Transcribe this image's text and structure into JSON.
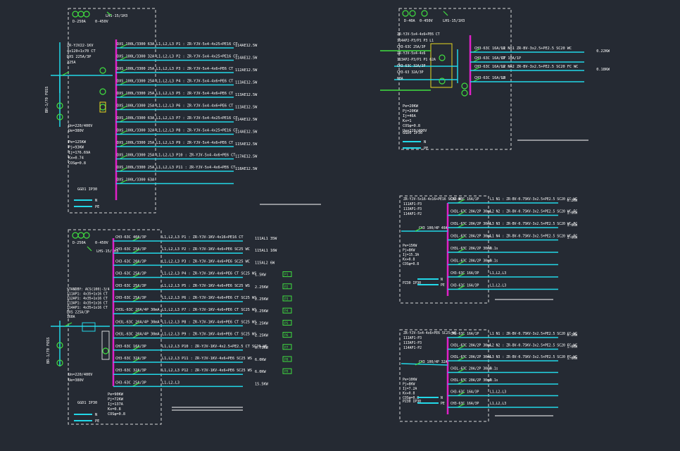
{
  "colors": {
    "background": "#252a33",
    "frame": "#d8d8d8",
    "bus": "#e020c8",
    "feeder": "#22d8e8",
    "text": "#ffffff",
    "breaker": "#40e040",
    "accent_yellow": "#e8d820"
  },
  "panels": [
    {
      "id": "p1",
      "header": [
        "D-250A",
        "0-450V",
        "LHS-15/1H3"
      ],
      "left_notes": [
        "ZR-YJV22-1KV",
        "4x120+1x70 CT",
        "DXS 225A/3P",
        "225A"
      ],
      "vertical_label": "BR-1/70 FOSS",
      "params": [
        "Un=220/400V",
        "Ue=380V",
        "Pe=125KW",
        "Pj=93KW",
        "Ij=176.69A",
        "Kx=0.74",
        "COSφ=0.8"
      ],
      "ip_label": "GGD1 IP30",
      "legend": [
        "N",
        "PE"
      ],
      "rows": [
        {
          "breaker": "DXS 100L/3300 63A",
          "desc": "L1,L2,L3  P1 : ZR-YJV-5x4-4x25+PE16 CT",
          "load": "114AE12.5W"
        },
        {
          "breaker": "DXS 100L/3300 32A",
          "desc": "L1,L2,L3  P2 : ZR-YJV-5x4-4x25+PE16 CT",
          "load": "114AE12.5W"
        },
        {
          "breaker": "DXS 100L/3300 25A",
          "desc": "L1,L2,L3  P3 : ZR-YJV-5x4-4x6+PE6 CT",
          "load": "112AE12.5W"
        },
        {
          "breaker": "DXS 100L/3300 25A",
          "desc": "L1,L2,L3  P4 : ZR-YJV-5x4-4x6+PE6 CT",
          "load": "113AE12.5W"
        },
        {
          "breaker": "DXS 100L/3300 25A",
          "desc": "L1,L2,L3  P5 : ZR-YJV-5x4-4x6+PE6 CT",
          "load": "113AE12.5W"
        },
        {
          "breaker": "DXS 100L/3300 25A",
          "desc": "L1,L2,L3  P6 : ZR-YJV-5x4-4x6+PE6 CT",
          "load": "113AE12.5W"
        },
        {
          "breaker": "DXS 100L/3300 63A",
          "desc": "L1,L2,L3  P7 : ZR-YJV-5x4-4x25+PE16 CT",
          "load": "114AE12.5W"
        },
        {
          "breaker": "DXS 100L/3300 32A",
          "desc": "L1,L2,L3  P8 : ZR-YJV-5x4-4x25+PE16 CT",
          "load": "114AE12.5W"
        },
        {
          "breaker": "DXS 100L/3300 25A",
          "desc": "L1,L2,L3  P9 : ZR-YJV-5x4-4x6+PE6 CT",
          "load": "115AE12.5W"
        },
        {
          "breaker": "DXS 100L/3300 25A",
          "desc": "L1,L2,L3  P10 : ZR-YJV-5x4-4x6+PE6 CT",
          "load": "117AE12.5W"
        },
        {
          "breaker": "DXS 100L/3300 25A",
          "desc": "L1,L2,L3  P11 : ZR-YJV-5x4-4x6+PE6 CT",
          "load": "118AE12.5W"
        },
        {
          "breaker": "DXS 100L/3300 63A",
          "desc": "",
          "load": ""
        }
      ]
    },
    {
      "id": "p2",
      "header": [
        "D-250A",
        "0-450V",
        "LHS-15/1H3"
      ],
      "left_notes": [
        "STANDBY: ACS(100)-3/4",
        "111AP1: 4x35+1x16 CT",
        "112AP1: 4x35+1x16 CT",
        "113AP1: 4x35+1x16 CT",
        "114AP1: 4x35+1x16 CT",
        "DXS 225A/3P",
        "160A"
      ],
      "vertical_label": "BR-1/70 FOSS",
      "params": [
        "Un=220/400V",
        "Ue=380V",
        "Pe=90KW",
        "Pj=72KW",
        "Ij=137A",
        "Kx=0.8",
        "COSφ=0.8"
      ],
      "ip_label": "GGD1 IP30",
      "legend": [
        "N",
        "PE"
      ],
      "rows": [
        {
          "breaker": "CH3-63C 40A/3P",
          "desc": "L1,L2,L3  P1 : ZR-YJV-1KV-4x16+PE16 CT",
          "load": "111AL1  35W",
          "tag": ""
        },
        {
          "breaker": "CH3-63C 25A/3P",
          "desc": "L1,L2,L3  P2 : ZR-YJV-1KV-4x6+PE6 SC25 WC",
          "load": "115AL1  16W",
          "tag": ""
        },
        {
          "breaker": "CH3-63C 20A/3P",
          "desc": "L1,L2,L3  P3 : ZR-YJV-1KV-4x6+PE6 SC25 WC",
          "load": "115AL2  6W",
          "tag": ""
        },
        {
          "breaker": "CH3-63C 25A/3P",
          "desc": "L1,L2,L3  P4 : ZR-YJV-1KV-4x6+PE6 CT SC25 WS",
          "load": "1.5KW",
          "tag": "P1"
        },
        {
          "breaker": "CH3-63C 25A/3P",
          "desc": "L1,L2,L3  P5 : ZR-YJV-1KV-4x6+PE6 SC25 WS",
          "load": "2.25KW",
          "tag": "P2"
        },
        {
          "breaker": "CH3-63C 25A/3P",
          "desc": "L1,L2,L3  P6 : ZR-YJV-1KV-4x6+PE6 CT SC25 WS",
          "load": "2.25KW",
          "tag": "P3"
        },
        {
          "breaker": "CH3L-63C 20A/4P 30mA",
          "desc": "L1,L2,L3  P7 : ZR-YJV-1KV-4x6+PE6 CT SC25 WS",
          "load": "2.25KW",
          "tag": "P4"
        },
        {
          "breaker": "CH3L-63C 20A/4P 30mA",
          "desc": "L1,L2,L3  P8 : ZR-YJV-1KV-4x6+PE6 CT SC25 WS",
          "load": "2.25KW",
          "tag": "P5"
        },
        {
          "breaker": "CH3L-63C 20A/4P 30mA",
          "desc": "L1,L2,L3  P9 : ZR-YJV-1KV-4x6+PE6 CT SC25 WS",
          "load": "2.25KW",
          "tag": "P6"
        },
        {
          "breaker": "CH3-63C 16A/3P",
          "desc": "L1,L2,L3  P10 : ZR-YJV-1KV-4x2.5+PE2.5 CT SC20 WS",
          "load": "0.75KW",
          "tag": "P7"
        },
        {
          "breaker": "CH3-63C 32A/3P",
          "desc": "L1,L2,L3  P11 : ZR-YJV-1KV-4x6+PE6 SC25 WS",
          "load": "6.0KW",
          "tag": "P8"
        },
        {
          "breaker": "CH3-63C 32A/3P",
          "desc": "L1,L2,L3  P12 : ZR-YJV-1KV-4x6+PE6 SC25 WS",
          "load": "6.0KW",
          "tag": "P9"
        },
        {
          "breaker": "CH3-63C 25A/3P",
          "desc": "L1,L2,L3",
          "load": "15.5KW",
          "tag": ""
        }
      ]
    },
    {
      "id": "p3",
      "header": [
        "D-40A",
        "0-450V",
        "LHS-15/1H3"
      ],
      "left_notes": [
        "ZR-YJV-5x4-4x6+PE6 CT",
        "114AP2-P3/P1 P3 L1",
        "CH3-63C 25A/3P",
        "ZR-YJV-5x4-4x6",
        "113AP2-P3/P1 P1 62A",
        "CH3-63C 32A/3P",
        "CH3-63 32A/3P",
        "63A"
      ],
      "params": [
        "Pe=20KW",
        "Pj=20KW",
        "Ij=46A",
        "Kx=1",
        "COSφ=0.8",
        "Ue=220/400V"
      ],
      "ip_label": "GGD0 IP30",
      "legend": [
        "N",
        "PE"
      ],
      "rows": [
        {
          "breaker": "CH3-63C 16A/1P",
          "desc": "L1   No1  ZR-BV-3x2.5+PE2.5 SC20 WC",
          "load": "0.22KW"
        },
        {
          "breaker": "CH3-63C 16A/1P",
          "desc": "CT  10A/1P",
          "load": ""
        },
        {
          "breaker": "CH3-63C 16A/1P",
          "desc": "L2   No2  ZR-BV-3x2.5+PE2.5 SC20 FC WC",
          "load": "0.18KW"
        },
        {
          "breaker": "CH3-63C 16A/1P",
          "desc": "L3",
          "load": ""
        }
      ]
    },
    {
      "id": "p4",
      "header_lines": [
        "ZR-YJV-5x16-4x16+PE16 SC32 WC",
        "111AP1-P3",
        "113AP1-P3",
        "114AP1-P2"
      ],
      "mains": "CH3 100/4P 40A",
      "params": [
        "Pe=15KW",
        "Pj=8KW",
        "Ij=15.3A",
        "Kx=0.8",
        "COSφ=0.8"
      ],
      "ip_label": "PZ30 IP30",
      "legend": [
        "N",
        "PE"
      ],
      "rows": [
        {
          "breaker": "CH3-63C 16A/1P",
          "desc": "L1   N1 : ZR-BV-0.75KV-3x2.5+PE2.5 SC20 CC WC",
          "load": "0.2KW"
        },
        {
          "breaker": "CH3L-63C 20A/2P 30mA",
          "desc": "L2   N2 : ZR-BV-0.75KV-3x2.5+PE2.5 SC20 WC FC",
          "load": "1.0KW"
        },
        {
          "breaker": "CH3L-63C 20A/2P 30mA",
          "desc": "L3   N3 : ZR-BV-0.75KV-3x2.5+PE2.5 SC20 WC FC",
          "load": "1.0KW"
        },
        {
          "breaker": "CH3L-63C 20A/2P 30mA",
          "desc": "L1   N4 : ZR-BV-0.75KV-3x2.5+PE2.5 SC20 WC FC",
          "load": "1.0KW"
        },
        {
          "breaker": "CH3L-63C 20A/2P 30mA",
          "desc": "0.1s",
          "load": ""
        },
        {
          "breaker": "CH3L-63C 20A/2P 30mA",
          "desc": "0.1s",
          "load": ""
        },
        {
          "breaker": "CH3-63C 16A/3P",
          "desc": "L1,L2,L3",
          "load": ""
        },
        {
          "breaker": "CH3-63C 16A/3P",
          "desc": "L1,L2,L3",
          "load": ""
        }
      ]
    },
    {
      "id": "p5",
      "header_lines": [
        "ZR-YJV-5x4-4x6+PE6 SC25 WC",
        "111AP1-P3",
        "113AP1-P3",
        "114AP1-P2"
      ],
      "mains": "CH3 100/4P 32A",
      "params": [
        "Pe=10KW",
        "Pj=8KW",
        "Ij=7.2A",
        "Kx=0.8",
        "COSφ=0.8"
      ],
      "ip_label": "PZ30 IP30",
      "legend": [
        "N",
        "PE"
      ],
      "rows": [
        {
          "breaker": "CH3-63C 16A/1P",
          "desc": "L1   N1 : ZR-BV-0.75KV-3x2.5+PE2.5 SC20 CC WC",
          "load": "0.2KW"
        },
        {
          "breaker": "CH3L-63C 20A/2P 30mA",
          "desc": "L2   N2 : ZR-BV-0.75KV-3x2.5+PE2.5 SC20 FC WC",
          "load": "1.0KW"
        },
        {
          "breaker": "CH3L-63C 20A/2P 30mA",
          "desc": "L3   N3 : ZR-BV-0.75KV-3x2.5+PE2.5 SC20 FC WC",
          "load": "1.0KW"
        },
        {
          "breaker": "CH3L-63C 20A/2P 30mA",
          "desc": "0.1s",
          "load": ""
        },
        {
          "breaker": "CH3L-63C 20A/2P 30mA",
          "desc": "0.1s",
          "load": ""
        },
        {
          "breaker": "CH3-63C 16A/3P",
          "desc": "L1,L2,L3",
          "load": ""
        },
        {
          "breaker": "CH3-63C 16A/3P",
          "desc": "L1,L2,L3",
          "load": ""
        }
      ]
    }
  ]
}
